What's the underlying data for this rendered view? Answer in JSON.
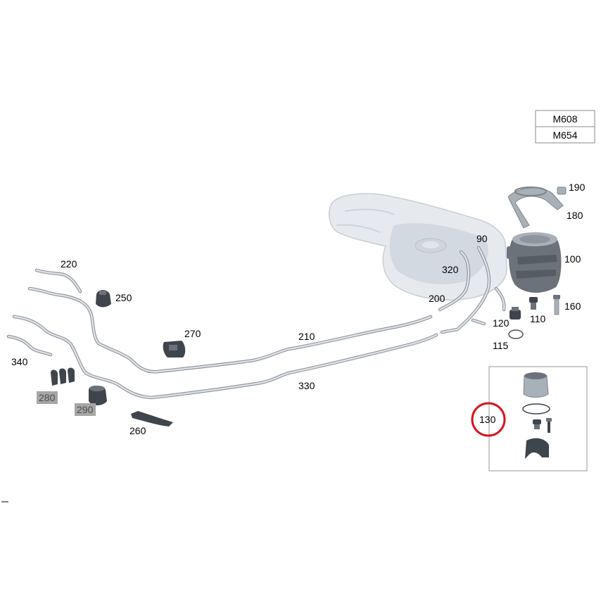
{
  "engines": [
    "M608",
    "M654"
  ],
  "callouts": {
    "p90": "90",
    "p100": "100",
    "p110": "110",
    "p115": "115",
    "p120": "120",
    "p130": "130",
    "p160": "160",
    "p180": "180",
    "p190": "190",
    "p200": "200",
    "p210": "210",
    "p220": "220",
    "p250": "250",
    "p260": "260",
    "p270": "270",
    "p280": "280",
    "p290": "290",
    "p320": "320",
    "p330": "330",
    "p340": "340"
  },
  "colors": {
    "highlight_ring": "#d9141f",
    "greyed_callout_bg": "#a6a6a6"
  }
}
